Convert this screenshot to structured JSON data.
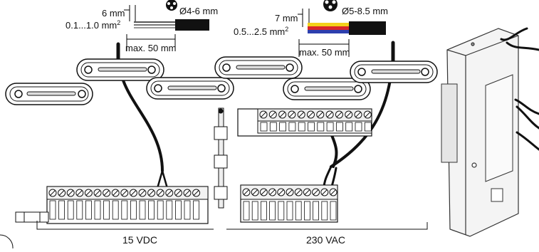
{
  "labels": {
    "dim_left_len": "6 mm",
    "dim_right_len": "7 mm",
    "diam_left": "Ø4-6 mm",
    "diam_right": "Ø5-8.5 mm",
    "cross_left_text": "0.1...1.0 mm",
    "cross_right_text": "0.5...2.5 mm",
    "exp": "2",
    "strip_left": "max. 50 mm",
    "strip_right": "max. 50 mm",
    "bus_left": "15 VDC",
    "bus_right": "230 VAC"
  },
  "colors": {
    "wire_yellow": "#f3d21a",
    "wire_red": "#d8262a",
    "wire_blue": "#2d3fae",
    "cable_black": "#111111"
  }
}
